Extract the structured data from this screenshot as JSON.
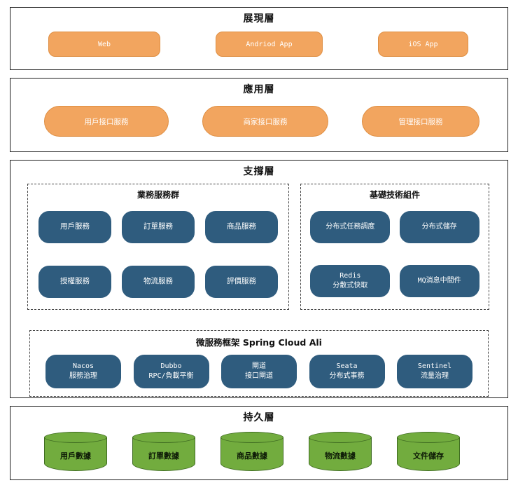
{
  "presentation": {
    "title": "展現層",
    "items": [
      "Web",
      "Andriod App",
      "iOS App"
    ]
  },
  "application": {
    "title": "應用層",
    "items": [
      "用戶接口服務",
      "商家接口服務",
      "管理接口服務"
    ]
  },
  "support": {
    "title": "支撐層",
    "business": {
      "title": "業務服務群",
      "items": [
        "用戶服務",
        "訂單服務",
        "商品服務",
        "授權服務",
        "物流服務",
        "評價服務"
      ]
    },
    "tech": {
      "title": "基礎技術組件",
      "items": [
        "分布式任務調度",
        "分布式儲存",
        "Redis\n分散式快取",
        "MQ消息中間件"
      ]
    },
    "framework": {
      "title": "微服務框架 Spring Cloud Ali",
      "items": [
        "Nacos\n服務治理",
        "Dubbo\nRPC/負載平衡",
        "閘道\n接口閘道",
        "Seata\n分布式事務",
        "Sentinel\n流量治理"
      ]
    }
  },
  "persistence": {
    "title": "持久層",
    "items": [
      "用戶數據",
      "訂單數據",
      "商品數據",
      "物流數據",
      "文件儲存"
    ]
  },
  "colors": {
    "orange": "#F2A55F",
    "orange_border": "#DE8E42",
    "blue": "#2F5C7E",
    "green": "#72AC3E",
    "green_border": "#3E6B21"
  }
}
